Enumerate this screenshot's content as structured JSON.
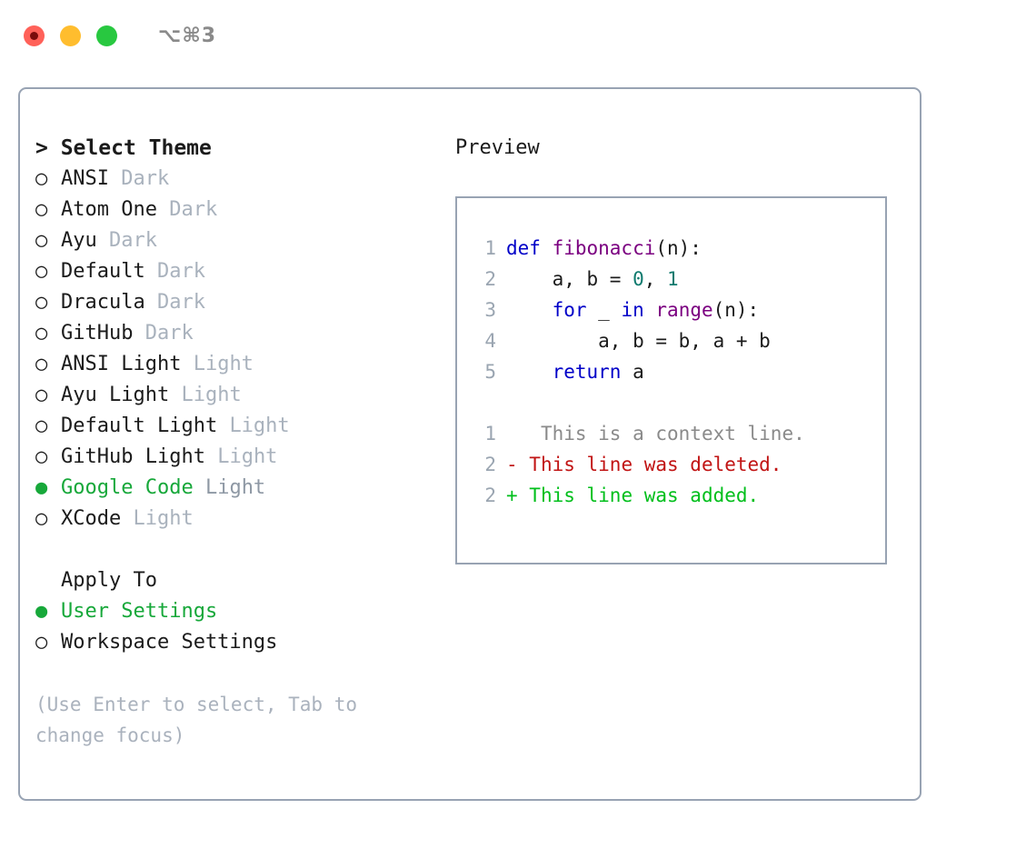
{
  "titlebar": {
    "shortcut": "⌥⌘3",
    "buttons": [
      {
        "name": "close",
        "color": "#ff6159"
      },
      {
        "name": "minimize",
        "color": "#ffbd2e"
      },
      {
        "name": "maximize",
        "color": "#28c840"
      }
    ]
  },
  "theme_picker": {
    "header_prefix": "> ",
    "header": "Select Theme",
    "selected_marker": "●",
    "unselected_marker": "○",
    "selected_color": "#17a83a",
    "items": [
      {
        "marker": "○",
        "label": "ANSI",
        "category": "Dark",
        "selected": false
      },
      {
        "marker": "○",
        "label": "Atom One",
        "category": "Dark",
        "selected": false
      },
      {
        "marker": "○",
        "label": "Ayu",
        "category": "Dark",
        "selected": false
      },
      {
        "marker": "○",
        "label": "Default",
        "category": "Dark",
        "selected": false
      },
      {
        "marker": "○",
        "label": "Dracula",
        "category": "Dark",
        "selected": false
      },
      {
        "marker": "○",
        "label": "GitHub",
        "category": "Dark",
        "selected": false
      },
      {
        "marker": "○",
        "label": "ANSI Light",
        "category": "Light",
        "selected": false
      },
      {
        "marker": "○",
        "label": "Ayu Light",
        "category": "Light",
        "selected": false
      },
      {
        "marker": "○",
        "label": "Default Light",
        "category": "Light",
        "selected": false
      },
      {
        "marker": "○",
        "label": "GitHub Light",
        "category": "Light",
        "selected": false
      },
      {
        "marker": "●",
        "label": "Google Code",
        "category": "Light",
        "selected": true
      },
      {
        "marker": "○",
        "label": "XCode",
        "category": "Light",
        "selected": false
      }
    ]
  },
  "apply_to": {
    "header": "Apply To",
    "items": [
      {
        "marker": "●",
        "label": "User Settings",
        "selected": true
      },
      {
        "marker": "○",
        "label": "Workspace Settings",
        "selected": false
      }
    ]
  },
  "hint": "(Use Enter to select, Tab to change focus)",
  "preview": {
    "title": "Preview",
    "code_lines": [
      {
        "number": "1",
        "tokens": [
          {
            "text": "def ",
            "type": "kw"
          },
          {
            "text": "fibonacci",
            "type": "fn"
          },
          {
            "text": "(n):",
            "type": "pun"
          }
        ]
      },
      {
        "number": "2",
        "tokens": [
          {
            "text": "    a, b = ",
            "type": "var"
          },
          {
            "text": "0",
            "type": "num"
          },
          {
            "text": ", ",
            "type": "pun"
          },
          {
            "text": "1",
            "type": "num"
          }
        ]
      },
      {
        "number": "3",
        "tokens": [
          {
            "text": "    ",
            "type": "pun"
          },
          {
            "text": "for",
            "type": "kw"
          },
          {
            "text": " _ ",
            "type": "var"
          },
          {
            "text": "in",
            "type": "kw"
          },
          {
            "text": " ",
            "type": "pun"
          },
          {
            "text": "range",
            "type": "fn"
          },
          {
            "text": "(n):",
            "type": "pun"
          }
        ]
      },
      {
        "number": "4",
        "tokens": [
          {
            "text": "        a, b = b, a + b",
            "type": "var"
          }
        ]
      },
      {
        "number": "5",
        "tokens": [
          {
            "text": "    ",
            "type": "pun"
          },
          {
            "text": "return",
            "type": "kw"
          },
          {
            "text": " a",
            "type": "var"
          }
        ]
      }
    ],
    "diff_lines": [
      {
        "number": "1",
        "marker": " ",
        "text": "  This is a context line.",
        "kind": "context"
      },
      {
        "number": "2",
        "marker": "-",
        "text": " This line was deleted.",
        "kind": "deleted"
      },
      {
        "number": "2",
        "marker": "+",
        "text": " This line was added.",
        "kind": "added"
      }
    ],
    "colors": {
      "keyword": "#0000c8",
      "function": "#7b0080",
      "number": "#0e7a6e",
      "punctuation": "#1b1b1b",
      "line_number": "#9aa5b1",
      "diff_context": "#8a8a8a",
      "diff_deleted": "#c11414",
      "diff_added": "#00bf1b",
      "border": "#98a3b3"
    }
  }
}
